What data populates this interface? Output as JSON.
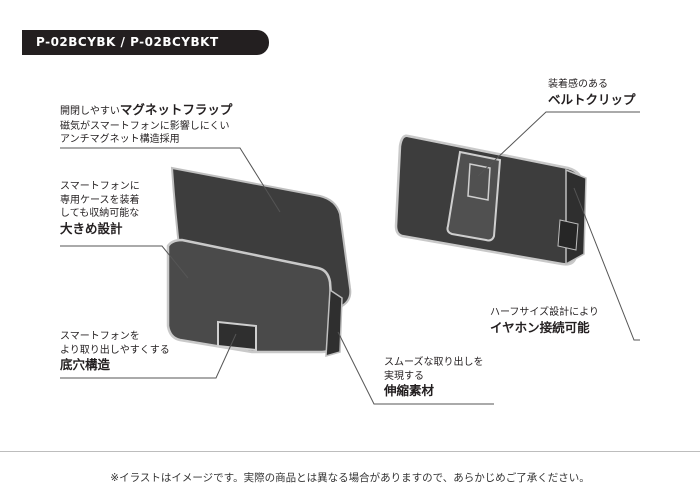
{
  "header": {
    "model": "P-02BCYBK / P-02BCYBKT"
  },
  "labels": {
    "flap": {
      "line1_small": "開閉しやすい",
      "line1_large": "マグネットフラップ",
      "line2": "磁気がスマートフォンに影響しにくい",
      "line3": "アンチマグネット構造採用"
    },
    "size": {
      "line1": "スマートフォンに",
      "line2": "専用ケースを装着",
      "line3": "しても収納可能な",
      "line4": "大きめ設計"
    },
    "bottom": {
      "line1": "スマートフォンを",
      "line2": "より取り出しやすくする",
      "line3": "底穴構造"
    },
    "clip": {
      "line1": "装着感のある",
      "line2": "ベルトクリップ"
    },
    "earphone": {
      "line1": "ハーフサイズ設計により",
      "line2": "イヤホン接続可能"
    },
    "stretch": {
      "line1": "スムーズな取り出しを",
      "line2": "実現する",
      "line3": "伸縮素材"
    }
  },
  "footer": {
    "note": "※イラストはイメージです。実際の商品とは異なる場合がありますので、あらかじめご了承ください。"
  },
  "colors": {
    "case": "#4a4a4a",
    "case_dark": "#2f2f2f",
    "outline": "#c9c9c9",
    "leader": "#555555"
  }
}
